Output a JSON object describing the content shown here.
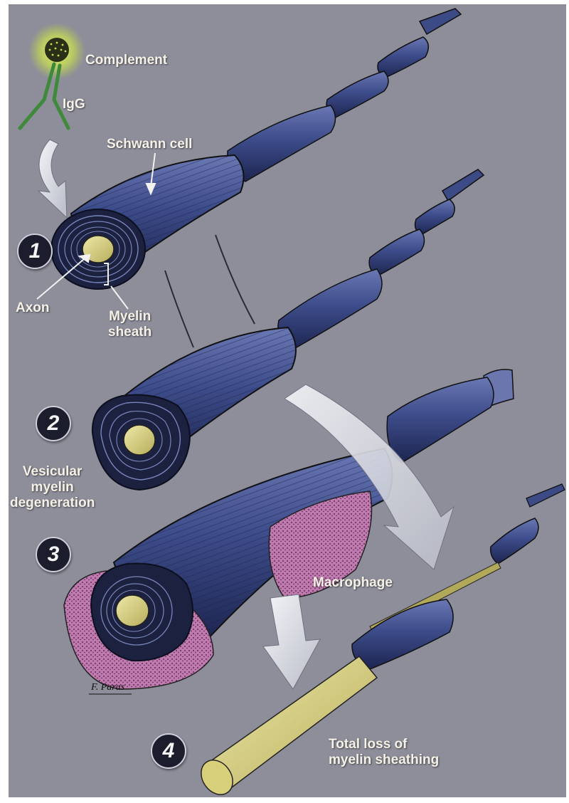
{
  "labels": {
    "complement": "Complement",
    "igg": "IgG",
    "schwann_cell": "Schwann cell",
    "axon": "Axon",
    "myelin_sheath_line1": "Myelin",
    "myelin_sheath_line2": "sheath",
    "vesicular_line1": "Vesicular",
    "vesicular_line2": "myelin",
    "vesicular_line3": "degeneration",
    "macrophage": "Macrophage",
    "total_loss_line1": "Total loss of",
    "total_loss_line2": "myelin sheathing",
    "signature": "F. Paras"
  },
  "steps": [
    "1",
    "2",
    "3",
    "4"
  ],
  "colors": {
    "background": "#8c8d99",
    "sheath": "#3a4a86",
    "sheath_dark": "#141a33",
    "axon": "#d8cf7a",
    "macrophage": "#b870a8",
    "antibody": "#3f8a3a",
    "complement_glow": "#e8ff4a",
    "arrow": "#dcdfe6"
  },
  "icons": [
    "complement-particle-icon",
    "igg-antibody-icon",
    "process-arrow-icon"
  ]
}
